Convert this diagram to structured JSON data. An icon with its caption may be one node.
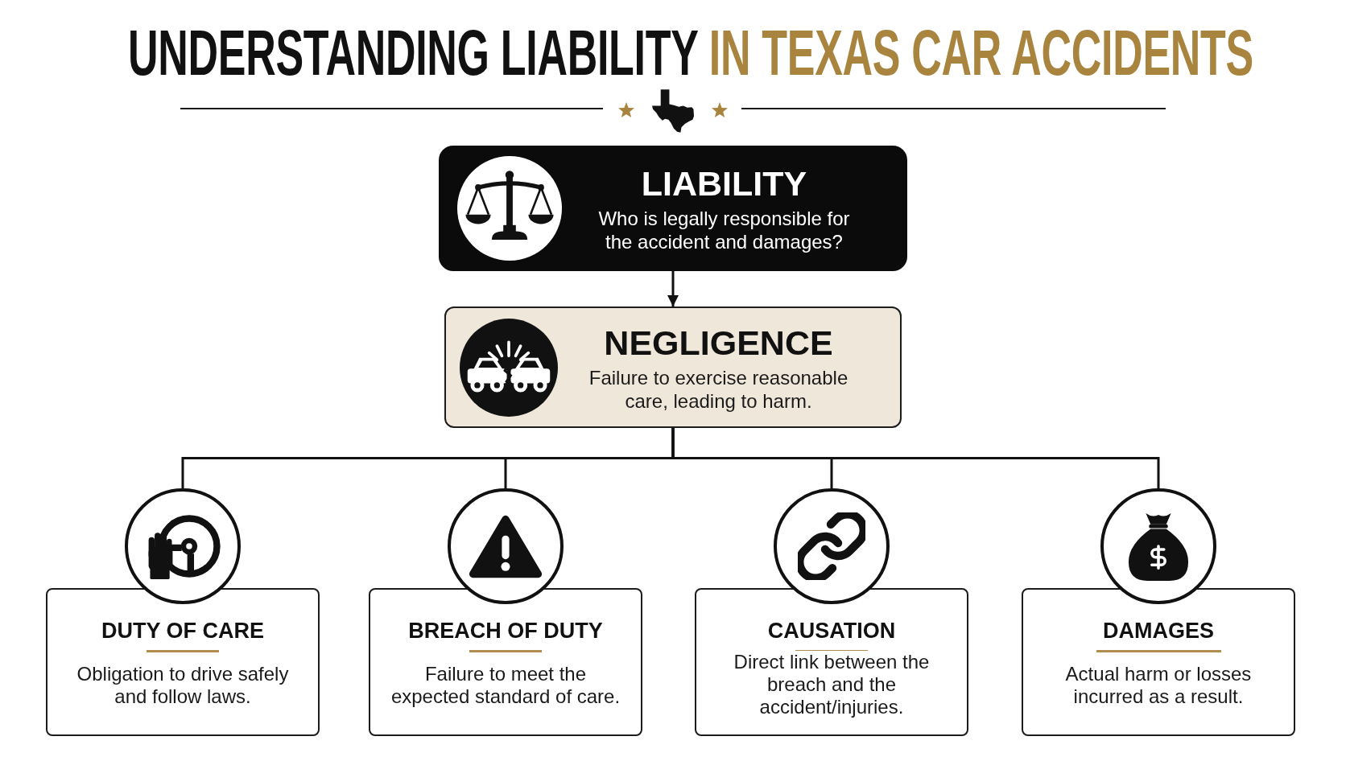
{
  "diagram": {
    "title": "UNDERSTANDING LIABILITY **IN TEXAS CAR ACCIDENTS**",
    "nodes": [
      {
        "text": [
          "LIABILITY",
          "Who is legally responsible for the accident and damages?"
        ]
      },
      {
        "text": [
          "NEGLIGENCE",
          "Failure to exercise reasonable care, leading to harm."
        ]
      },
      {
        "text": [],
        "shape": "circle"
      },
      {
        "text": [],
        "shape": "circle"
      },
      {
        "text": [],
        "shape": "circle"
      },
      {
        "text": [],
        "shape": "circle"
      },
      {
        "text": [
          "DUTY OF CARE",
          "Obligation to drive safely and follow laws."
        ]
      },
      {
        "text": [
          "BREACH OF DUTY",
          "Failure to meet the expected standard of care."
        ]
      },
      {
        "text": [
          "CAUSATION",
          "Direct link between the breach and the accident/injuries."
        ]
      },
      {
        "text": [
          "DAMAGES",
          "Actual harm or losses incurred as a result."
        ]
      }
    ],
    "edges": [
      {
        "from": 0,
        "to": 1,
        "arrow": "to"
      },
      {
        "from": 1,
        "to": 2,
        "arrow": "none"
      },
      {
        "from": 1,
        "to": 3,
        "arrow": "none"
      },
      {
        "from": 1,
        "to": 4,
        "arrow": "none"
      },
      {
        "from": 1,
        "to": 5,
        "arrow": "none"
      }
    ]
  }
}
